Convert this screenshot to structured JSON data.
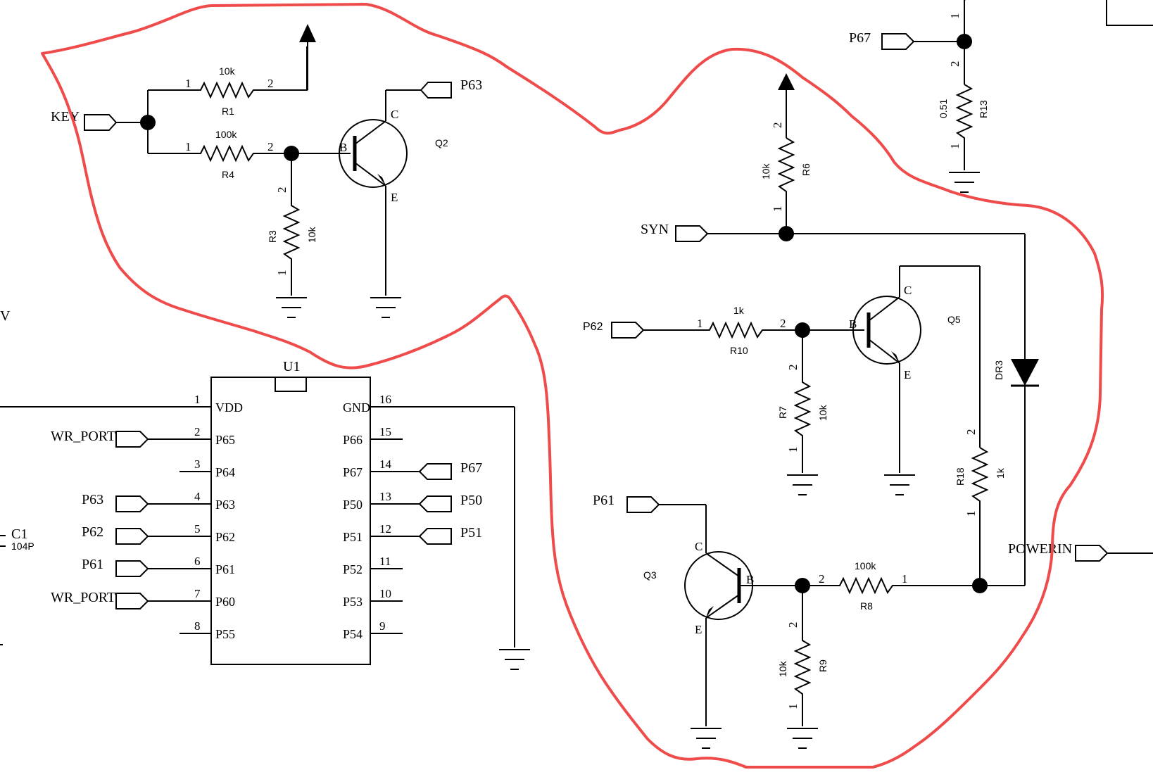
{
  "colors": {
    "wire": "#000000",
    "highlight": "#ef4b4b",
    "background": "#ffffff"
  },
  "ports": {
    "key": "KEY",
    "p63": "P63",
    "p67_top": "P67",
    "syn": "SYN",
    "p62": "P62",
    "p61": "P61",
    "powerin": "POWERIN",
    "wr_port_1": "WR_PORT",
    "wr_port_2": "WR_PORT",
    "ic_p63": "P63",
    "ic_p62": "P62",
    "ic_p61": "P61",
    "ic_p67": "P67",
    "ic_p50": "P50",
    "ic_p51": "P51"
  },
  "resistors": {
    "r1": {
      "name": "R1",
      "value": "10k",
      "pin1": "1",
      "pin2": "2"
    },
    "r4": {
      "name": "R4",
      "value": "100k",
      "pin1": "1",
      "pin2": "2"
    },
    "r3": {
      "name": "R3",
      "value": "10k",
      "pin1": "1",
      "pin2": "2"
    },
    "r6": {
      "name": "R6",
      "value": "10k",
      "pin1": "1",
      "pin2": "2"
    },
    "r13": {
      "name": "R13",
      "value": "0.51",
      "pin1": "1",
      "pin2": "2",
      "pin_top": "1"
    },
    "r10": {
      "name": "R10",
      "value": "1k",
      "pin1": "1",
      "pin2": "2"
    },
    "r7": {
      "name": "R7",
      "value": "10k",
      "pin1": "1",
      "pin2": "2"
    },
    "r18": {
      "name": "R18",
      "value": "1k",
      "pin1": "1",
      "pin2": "2"
    },
    "r8": {
      "name": "R8",
      "value": "100k",
      "pin1": "1",
      "pin2": "2"
    },
    "r9": {
      "name": "R9",
      "value": "10k",
      "pin1": "1",
      "pin2": "2"
    }
  },
  "transistors": {
    "q2": {
      "name": "Q2",
      "b": "B",
      "c": "C",
      "e": "E"
    },
    "q5": {
      "name": "Q5",
      "b": "B",
      "c": "C",
      "e": "E"
    },
    "q3": {
      "name": "Q3",
      "b": "B",
      "c": "C",
      "e": "E"
    }
  },
  "diode": {
    "name": "DR3"
  },
  "capacitor": {
    "name": "C1",
    "value": "104P"
  },
  "edge_label": "V",
  "ic": {
    "name": "U1",
    "left_pins": [
      {
        "num": "1",
        "label": "VDD"
      },
      {
        "num": "2",
        "label": "P65"
      },
      {
        "num": "3",
        "label": "P64"
      },
      {
        "num": "4",
        "label": "P63"
      },
      {
        "num": "5",
        "label": "P62"
      },
      {
        "num": "6",
        "label": "P61"
      },
      {
        "num": "7",
        "label": "P60"
      },
      {
        "num": "8",
        "label": "P55"
      }
    ],
    "right_pins": [
      {
        "num": "16",
        "label": "GND"
      },
      {
        "num": "15",
        "label": "P66"
      },
      {
        "num": "14",
        "label": "P67"
      },
      {
        "num": "13",
        "label": "P50"
      },
      {
        "num": "12",
        "label": "P51"
      },
      {
        "num": "11",
        "label": "P52"
      },
      {
        "num": "10",
        "label": "P53"
      },
      {
        "num": "9",
        "label": "P54"
      }
    ]
  }
}
